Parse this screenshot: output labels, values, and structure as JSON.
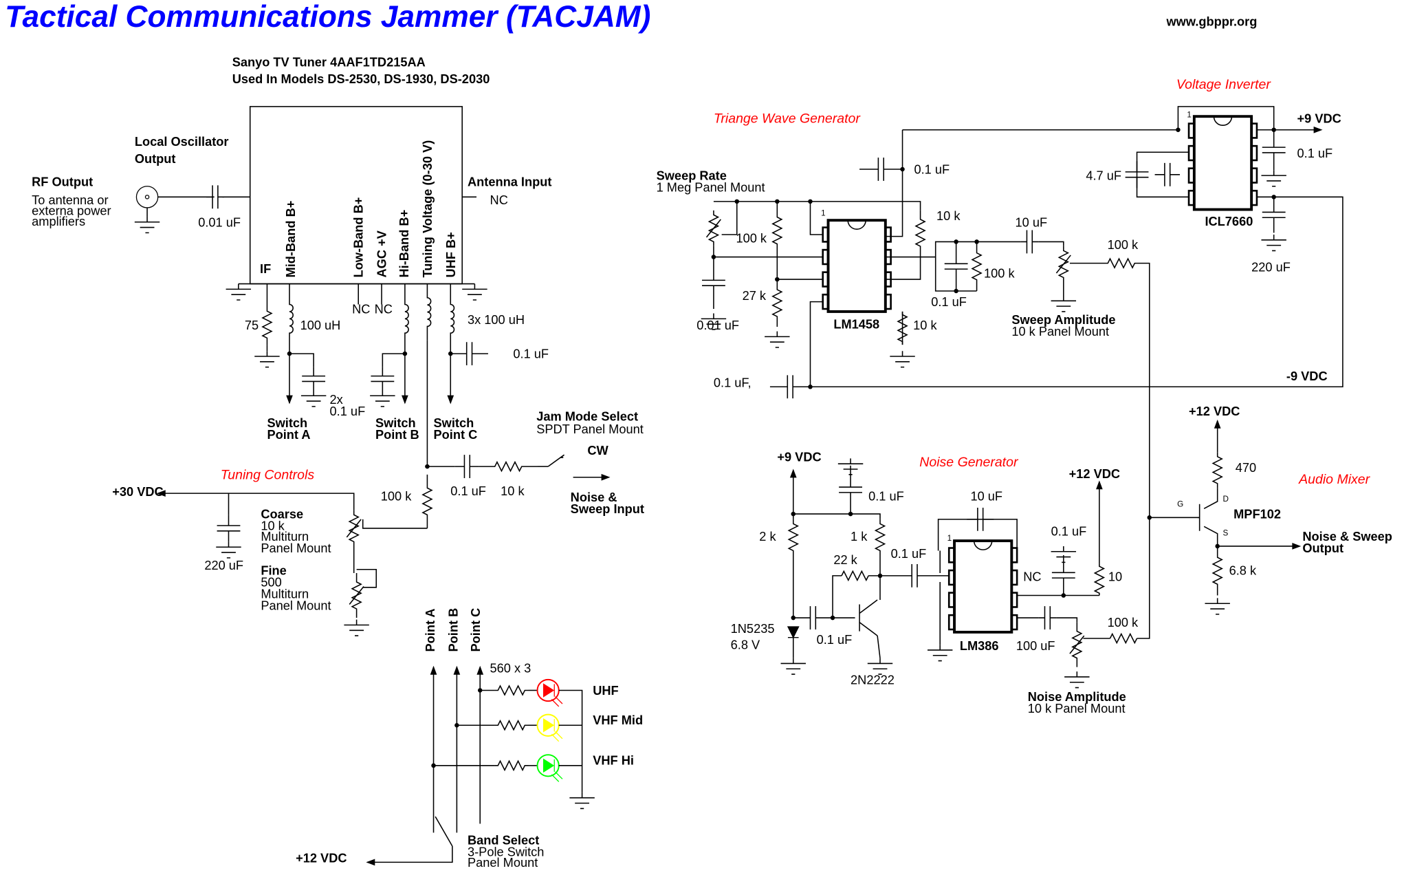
{
  "header": {
    "title": "Tactical Communications Jammer (TACJAM)",
    "website": "www.gbppr.org"
  },
  "colors": {
    "title": "#0000ff",
    "section_label": "#ff0000",
    "led_uhf": "#ff0000",
    "led_vhf_mid": "#ffff00",
    "led_vhf_hi": "#00ff00"
  },
  "tuner": {
    "name": "Sanyo TV Tuner 4AAF1TD215AA",
    "models": "Used In Models DS-2530, DS-1930, DS-2030",
    "lo_label_1": "Local Oscillator",
    "lo_label_2": "Output",
    "rf_output": "RF Output",
    "rf_desc_1": "To antenna or",
    "rf_desc_2": "externa power",
    "rf_desc_3": "amplifiers",
    "cap_rf": "0.01 uF",
    "antenna_input": "Antenna Input",
    "antenna_nc": "NC",
    "pins": [
      "IF",
      "Mid-Band B+",
      "Low-Band B+",
      "AGC +V",
      "Hi-Band B+",
      "Tuning Voltage (0-30 V)",
      "UHF B+"
    ],
    "nc1": "NC",
    "nc2": "NC",
    "r75": "75",
    "l1": "100 uH",
    "l3": "3x 100 uH",
    "c_uhf": "0.1 uF",
    "c2x_1": "2x",
    "c2x_2": "0.1 uF",
    "switch_a_1": "Switch",
    "switch_a_2": "Point A",
    "switch_b_1": "Switch",
    "switch_b_2": "Point B",
    "switch_c_1": "Switch",
    "switch_c_2": "Point C"
  },
  "jam_mode": {
    "title": "Jam Mode Select",
    "sub": "SPDT Panel Mount",
    "cw": "CW",
    "noise_1": "Noise &",
    "noise_2": "Sweep Input",
    "c": "0.1 uF",
    "r": "10 k",
    "r100": "100 k"
  },
  "tuning": {
    "title": "Tuning Controls",
    "vdc": "+30 VDC",
    "cap": "220 uF",
    "coarse": [
      "Coarse",
      "10 k",
      "Multiturn",
      "Panel Mount"
    ],
    "fine": [
      "Fine",
      "500",
      "Multiturn",
      "Panel Mount"
    ]
  },
  "band": {
    "points": [
      "Point A",
      "Point B",
      "Point C"
    ],
    "res": "560 x 3",
    "leds": [
      "UHF",
      "VHF Mid",
      "VHF Hi"
    ],
    "switch": [
      "Band Select",
      "3-Pole Switch",
      "Panel Mount"
    ],
    "vdc": "+12 VDC"
  },
  "triangle": {
    "title": "Triange Wave Generator",
    "sweep_rate": "Sweep Rate",
    "sweep_rate_sub": "1 Meg Panel Mount",
    "c_top": "0.1 uF",
    "r100a": "100 k",
    "r27": "27 k",
    "c001": "0.01 uF",
    "ic": "LM1458",
    "pin1": "1",
    "r10a": "10 k",
    "r10b": "10 k",
    "c10": "10 uF",
    "r100b": "100 k",
    "r100c": "100 k",
    "c01": "0.1 uF",
    "amp": "Sweep Amplitude",
    "amp_sub": "10 k Panel Mount",
    "neg9": "-9 VDC",
    "c_neg": "0.1 uF,"
  },
  "inverter": {
    "title": "Voltage Inverter",
    "vdc": "+9 VDC",
    "c01": "0.1 uF",
    "c47": "4.7 uF",
    "ic": "ICL7660",
    "c220": "220 uF",
    "pin1": "1"
  },
  "mixer": {
    "title": "Audio Mixer",
    "vdc": "+12 VDC",
    "r470": "470",
    "g": "G",
    "d": "D",
    "s": "S",
    "fet": "MPF102",
    "r68": "6.8 k",
    "out_1": "Noise & Sweep",
    "out_2": "Output"
  },
  "noise": {
    "title": "Noise Generator",
    "vdc9": "+9 VDC",
    "c01a": "0.1 uF",
    "c10": "10 uF",
    "vdc12": "+12 VDC",
    "r2k": "2 k",
    "r1k": "1 k",
    "r22k": "22 k",
    "c01b": "0.1 uF",
    "c01c": "0.1 uF",
    "nc": "NC",
    "r10": "10",
    "zener": "1N5235",
    "zener_v": "6.8 V",
    "c01d": "0.1 uF",
    "transistor": "2N2222",
    "ic": "LM386",
    "c100": "100 uF",
    "r100": "100 k",
    "amp": "Noise Amplitude",
    "amp_sub": "10 k Panel Mount",
    "pin1": "1"
  }
}
